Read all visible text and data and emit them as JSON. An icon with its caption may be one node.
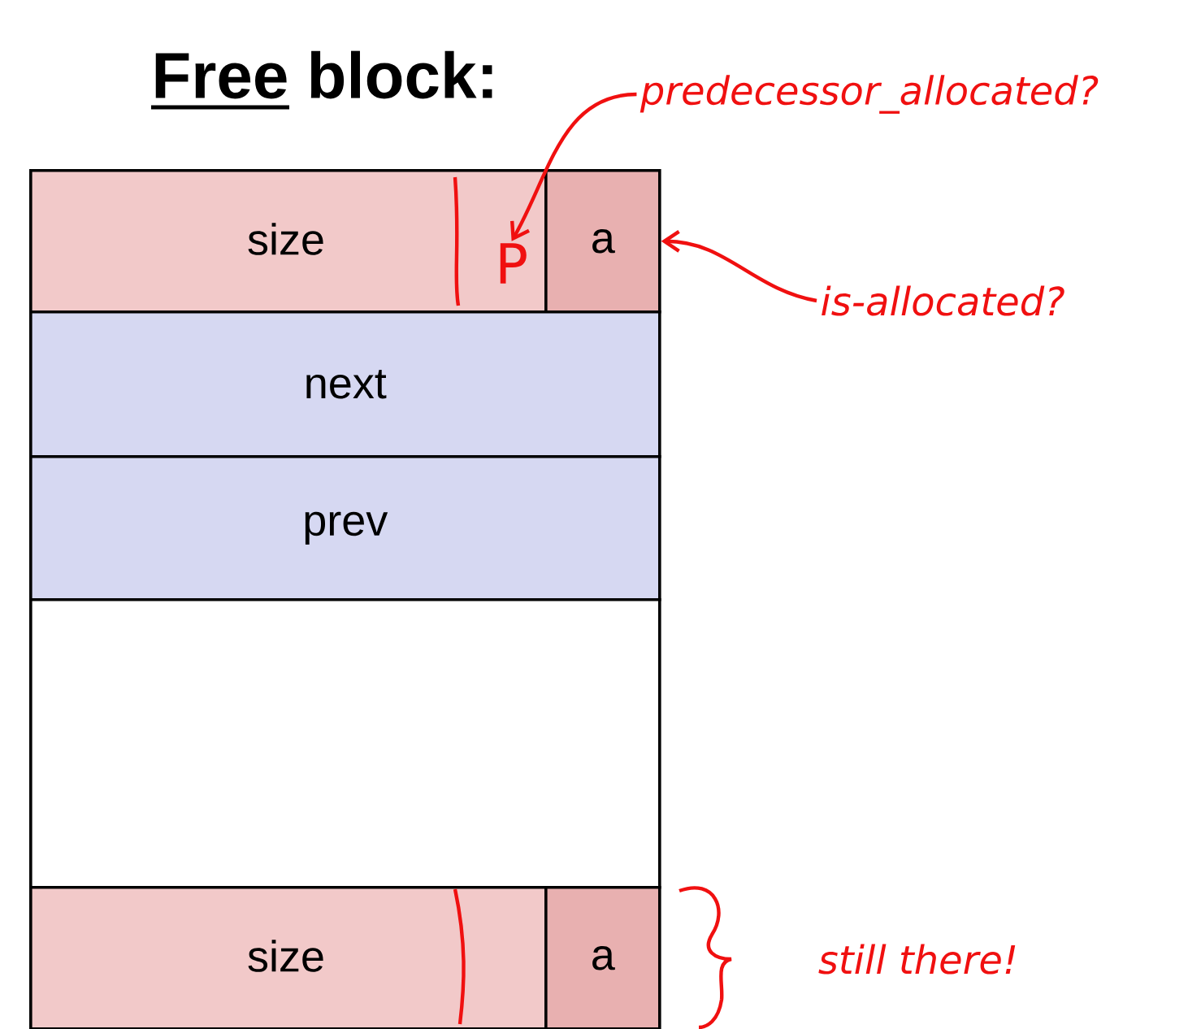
{
  "diagram": {
    "title": "Free block:",
    "nodes": [
      {
        "text": [
          "size"
        ]
      },
      {
        "text": [
          "P"
        ],
        "in": 0
      },
      {
        "text": [
          "a"
        ]
      },
      {
        "text": [
          "next"
        ]
      },
      {
        "text": [
          "prev"
        ]
      },
      {
        "text": [],
        "shape": "box"
      },
      {
        "text": [
          "size"
        ]
      },
      {
        "text": [
          "a"
        ]
      },
      {
        "text": [
          "predecessor_allocated?"
        ]
      },
      {
        "text": [
          "is-allocated?"
        ]
      }
    ],
    "edges": [
      {
        "from": 8,
        "to": 1,
        "arrow": "to"
      },
      {
        "from": 9,
        "to": 2,
        "arrow": "to"
      }
    ],
    "labels": [
      "still there!"
    ]
  }
}
